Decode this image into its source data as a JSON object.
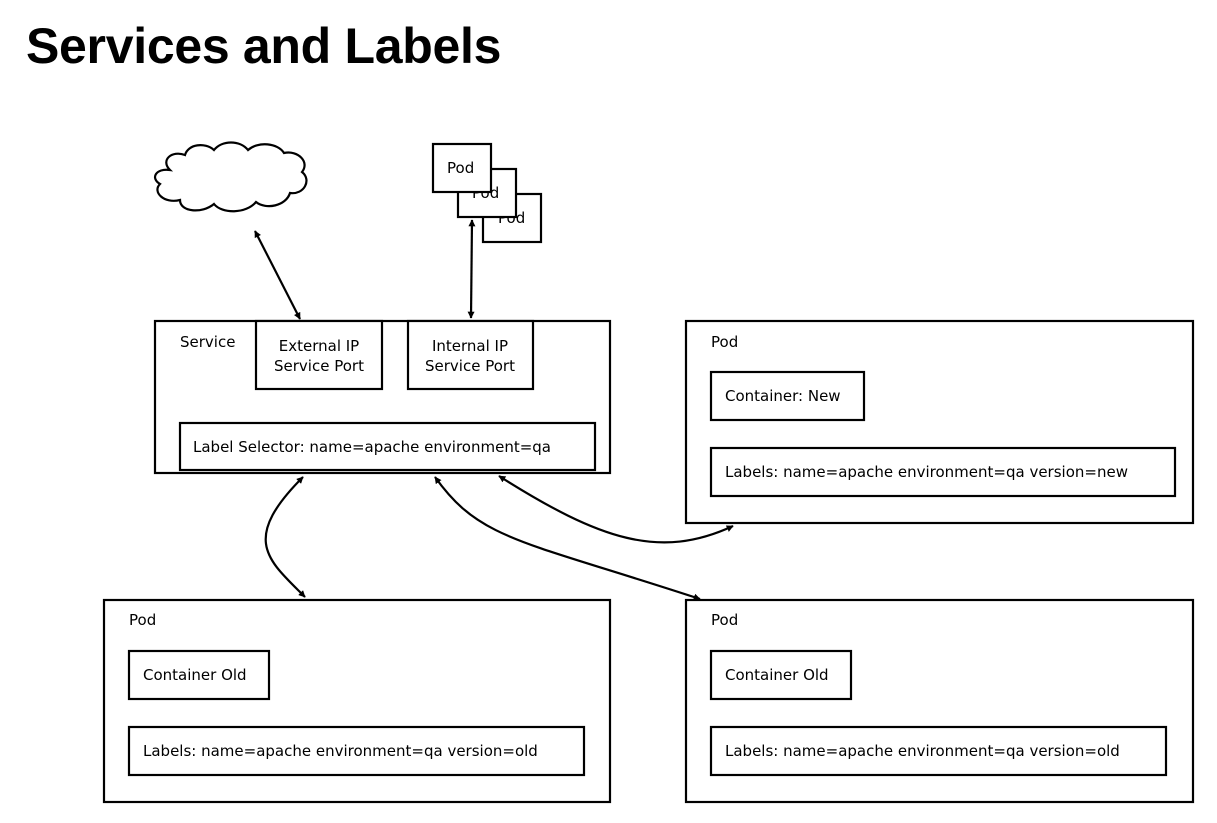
{
  "title": "Services and Labels",
  "stacked_pods": [
    "Pod",
    "Pod",
    "Pod"
  ],
  "service": {
    "label": "Service",
    "external_line1": "External IP",
    "external_line2": "Service Port",
    "internal_line1": "Internal IP",
    "internal_line2": "Service Port",
    "selector": "Label Selector: name=apache environment=qa"
  },
  "pod_new": {
    "label": "Pod",
    "container": "Container: New",
    "labels": "Labels: name=apache environment=qa version=new"
  },
  "pod_old_left": {
    "label": "Pod",
    "container": "Container Old",
    "labels": "Labels: name=apache environment=qa version=old"
  },
  "pod_old_right": {
    "label": "Pod",
    "container": "Container Old",
    "labels": "Labels: name=apache environment=qa version=old"
  }
}
